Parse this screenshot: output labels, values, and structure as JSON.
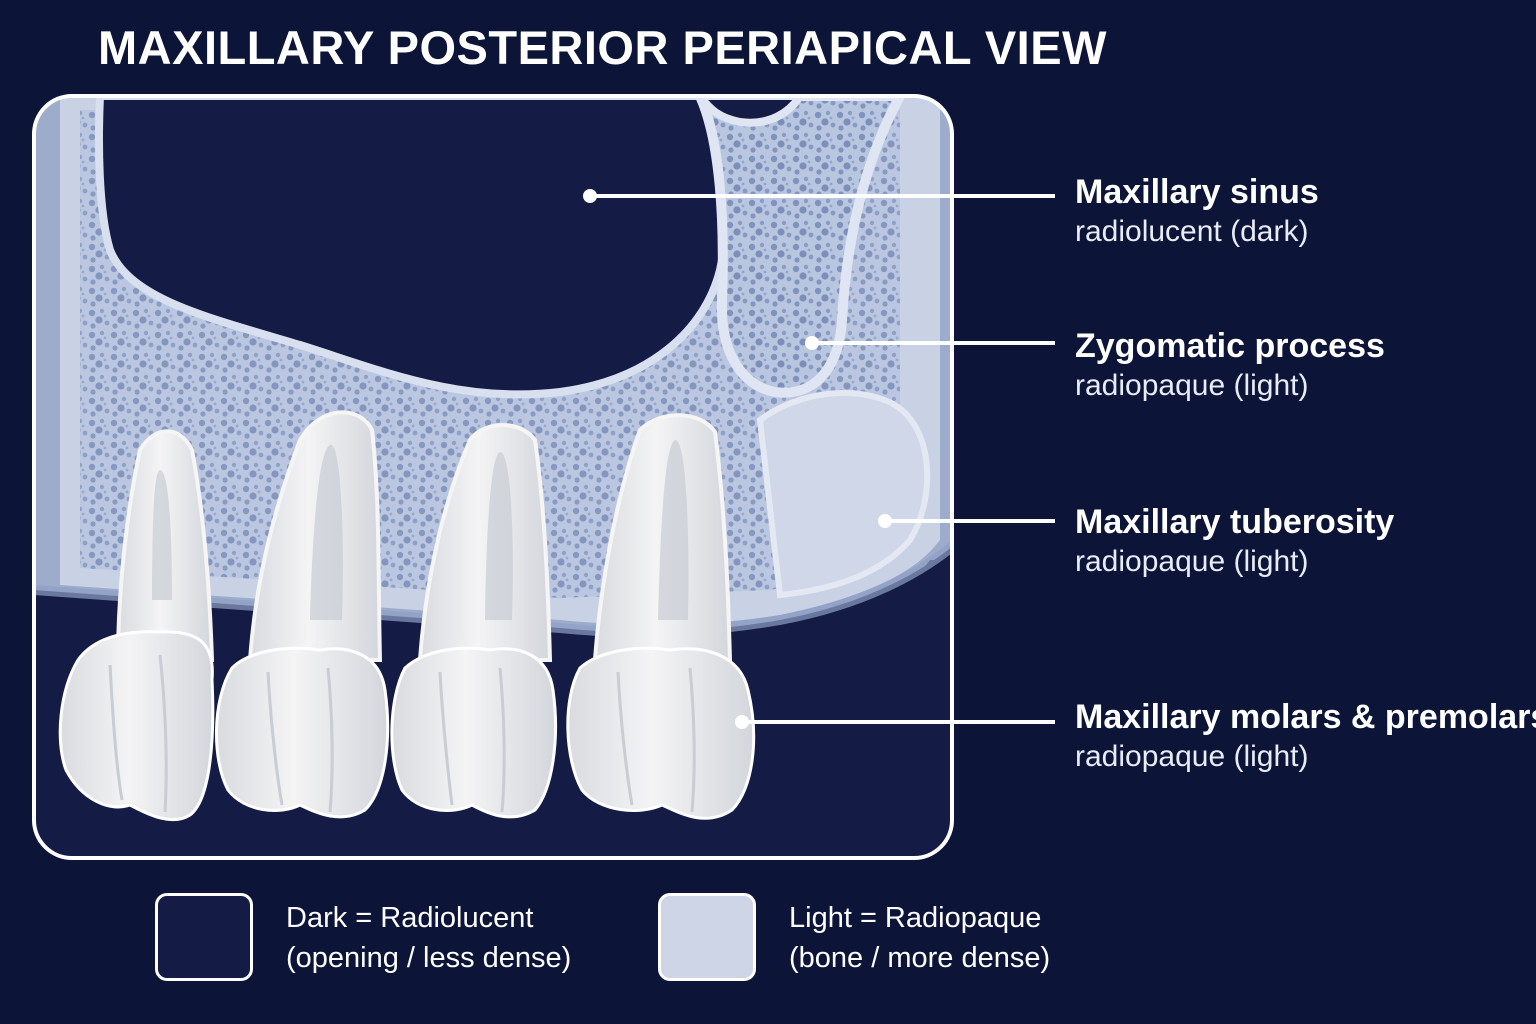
{
  "title": "MAXILLARY POSTERIOR PERIAPICAL VIEW",
  "colors": {
    "background": "#0c1438",
    "radiolucent": "#141b45",
    "radiopaque": "#cdd5e6",
    "bone": "#aebbd6",
    "tooth": "#ecedee",
    "outline": "#ffffff"
  },
  "labels": [
    {
      "name": "Maxillary sinus",
      "desc": "radiolucent (dark)"
    },
    {
      "name": "Zygomatic process",
      "desc": "radiopaque (light)"
    },
    {
      "name": "Maxillary tuberosity",
      "desc": "radiopaque (light)"
    },
    {
      "name": "Maxillary molars & premolars",
      "desc": "radiopaque (light)"
    }
  ],
  "legend": {
    "dark": {
      "line1": "Dark = Radiolucent",
      "line2": "(opening / less dense)"
    },
    "light": {
      "line1": "Light = Radiopaque",
      "line2": "(bone / more dense)"
    }
  }
}
